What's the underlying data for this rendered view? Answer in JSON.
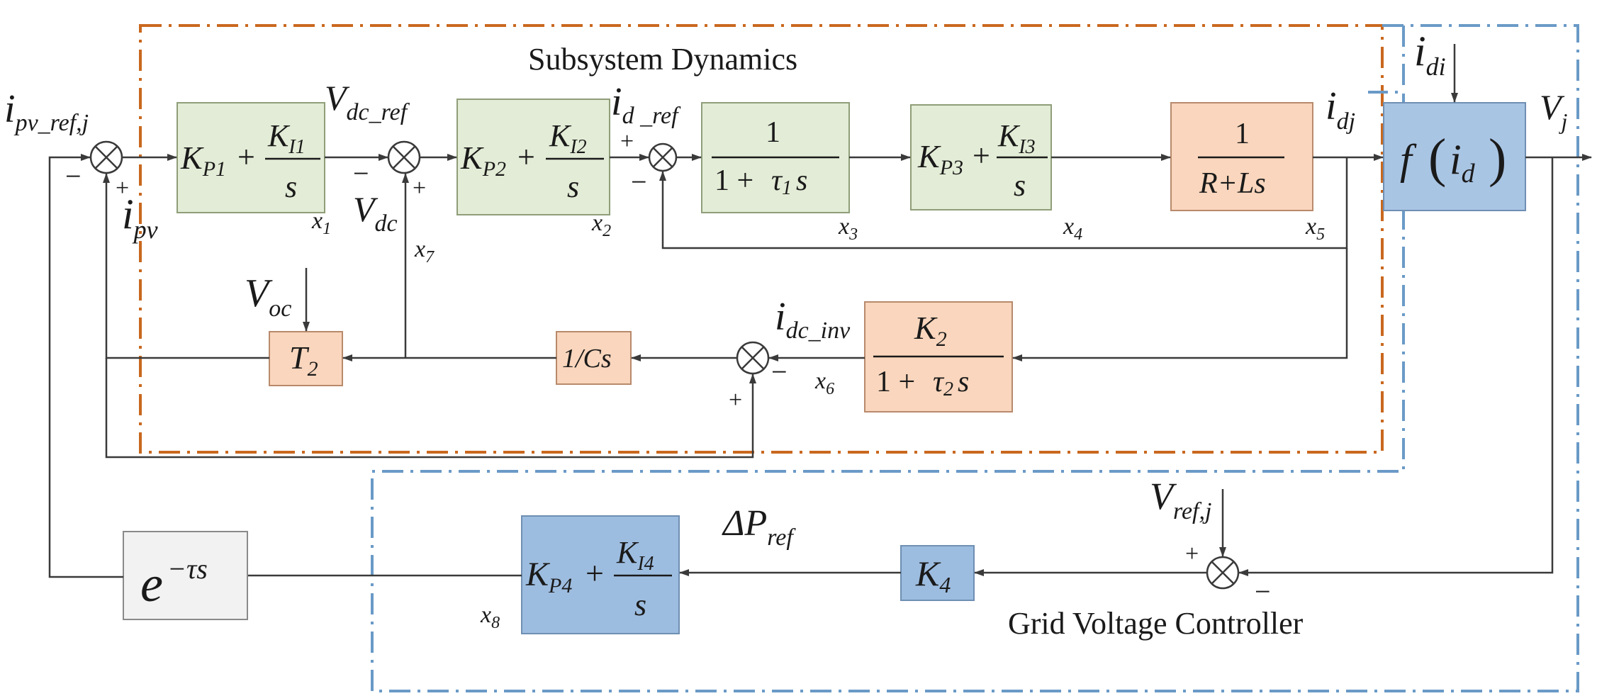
{
  "titles": {
    "subsystem": "Subsystem Dynamics",
    "grid": "Grid Voltage Controller"
  },
  "signals": {
    "i_pv_ref_j": {
      "main": "i",
      "sub": "pv_ref,j"
    },
    "i_pv": {
      "main": "i",
      "sub": "pv"
    },
    "v_dc_ref": {
      "main": "V",
      "sub": "dc_ref"
    },
    "v_dc": {
      "main": "V",
      "sub": "dc"
    },
    "i_d_ref": {
      "main": "i",
      "sub": "d _ref"
    },
    "i_dj": {
      "main": "i",
      "sub": "dj"
    },
    "i_di": {
      "main": "i",
      "sub": "di"
    },
    "v_j": {
      "main": "V",
      "sub": "j"
    },
    "v_oc": {
      "main": "V",
      "sub": "oc"
    },
    "i_dc_inv": {
      "main": "i",
      "sub": "dc_inv"
    },
    "v_ref_j": {
      "main": "V",
      "sub": "ref,j"
    },
    "delta_p_ref": {
      "main": "ΔP",
      "sub": "ref"
    }
  },
  "states": {
    "x1": {
      "main": "x",
      "sub": "1"
    },
    "x2": {
      "main": "x",
      "sub": "2"
    },
    "x3": {
      "main": "x",
      "sub": "3"
    },
    "x4": {
      "main": "x",
      "sub": "4"
    },
    "x5": {
      "main": "x",
      "sub": "5"
    },
    "x6": {
      "main": "x",
      "sub": "6"
    },
    "x7": {
      "main": "x",
      "sub": "7"
    },
    "x8": {
      "main": "x",
      "sub": "8"
    }
  },
  "blocks": {
    "pi1": {
      "kp": "K",
      "kp_sub": "P1",
      "plus": "+",
      "ki": "K",
      "ki_sub": "I1",
      "s": "s"
    },
    "pi2": {
      "kp": "K",
      "kp_sub": "P2",
      "plus": "+",
      "ki": "K",
      "ki_sub": "I2",
      "s": "s"
    },
    "lag1": {
      "num": "1",
      "den_a": "1 +",
      "tau": "τ",
      "tau_sub": "1",
      "s": "s"
    },
    "pi3": {
      "kp": "K",
      "kp_sub": "P3",
      "plus": "+",
      "ki": "K",
      "ki_sub": "I3",
      "s": "s"
    },
    "rl": {
      "num": "1",
      "den": "R+Ls"
    },
    "fid": {
      "f": "f",
      "lp": "(",
      "i": "i",
      "i_sub": "d",
      "rp": ")"
    },
    "lag2": {
      "k": "K",
      "k_sub": "2",
      "den_a": "1 +",
      "tau": "τ",
      "tau_sub": "2",
      "s": "s"
    },
    "cs": {
      "text": "1/Cs"
    },
    "t2": {
      "t": "T",
      "t_sub": "2"
    },
    "pi4": {
      "kp": "K",
      "kp_sub": "P4",
      "plus": "+",
      "ki": "K",
      "ki_sub": "I4",
      "s": "s"
    },
    "k4": {
      "k": "K",
      "k_sub": "4"
    },
    "delay": {
      "e": "e",
      "exp": "−τs"
    }
  },
  "signs": {
    "s1_plus": "+",
    "s1_minus": "−",
    "s2_plus": "+",
    "s2_minus": "−",
    "s3_plus": "+",
    "s3_minus": "−",
    "s4_plus": "+",
    "s4_minus": "−",
    "s5_plus": "+",
    "s5_minus": "−"
  },
  "colors": {
    "green_fill": "#e3ecd6",
    "green_stroke": "#8f9e79",
    "orange_fill": "#f9d6bd",
    "orange_stroke": "#b88a6c",
    "blue_fill": "#a9c5e4",
    "blue_stroke": "#6f8fb3",
    "blue_dark_fill": "#9dbde0",
    "gray_fill": "#f2f2f2",
    "gray_stroke": "#8a8a8a",
    "orange_dash": "#c9681f",
    "blue_dash": "#6a9ac7",
    "line": "#3a3a3a"
  }
}
